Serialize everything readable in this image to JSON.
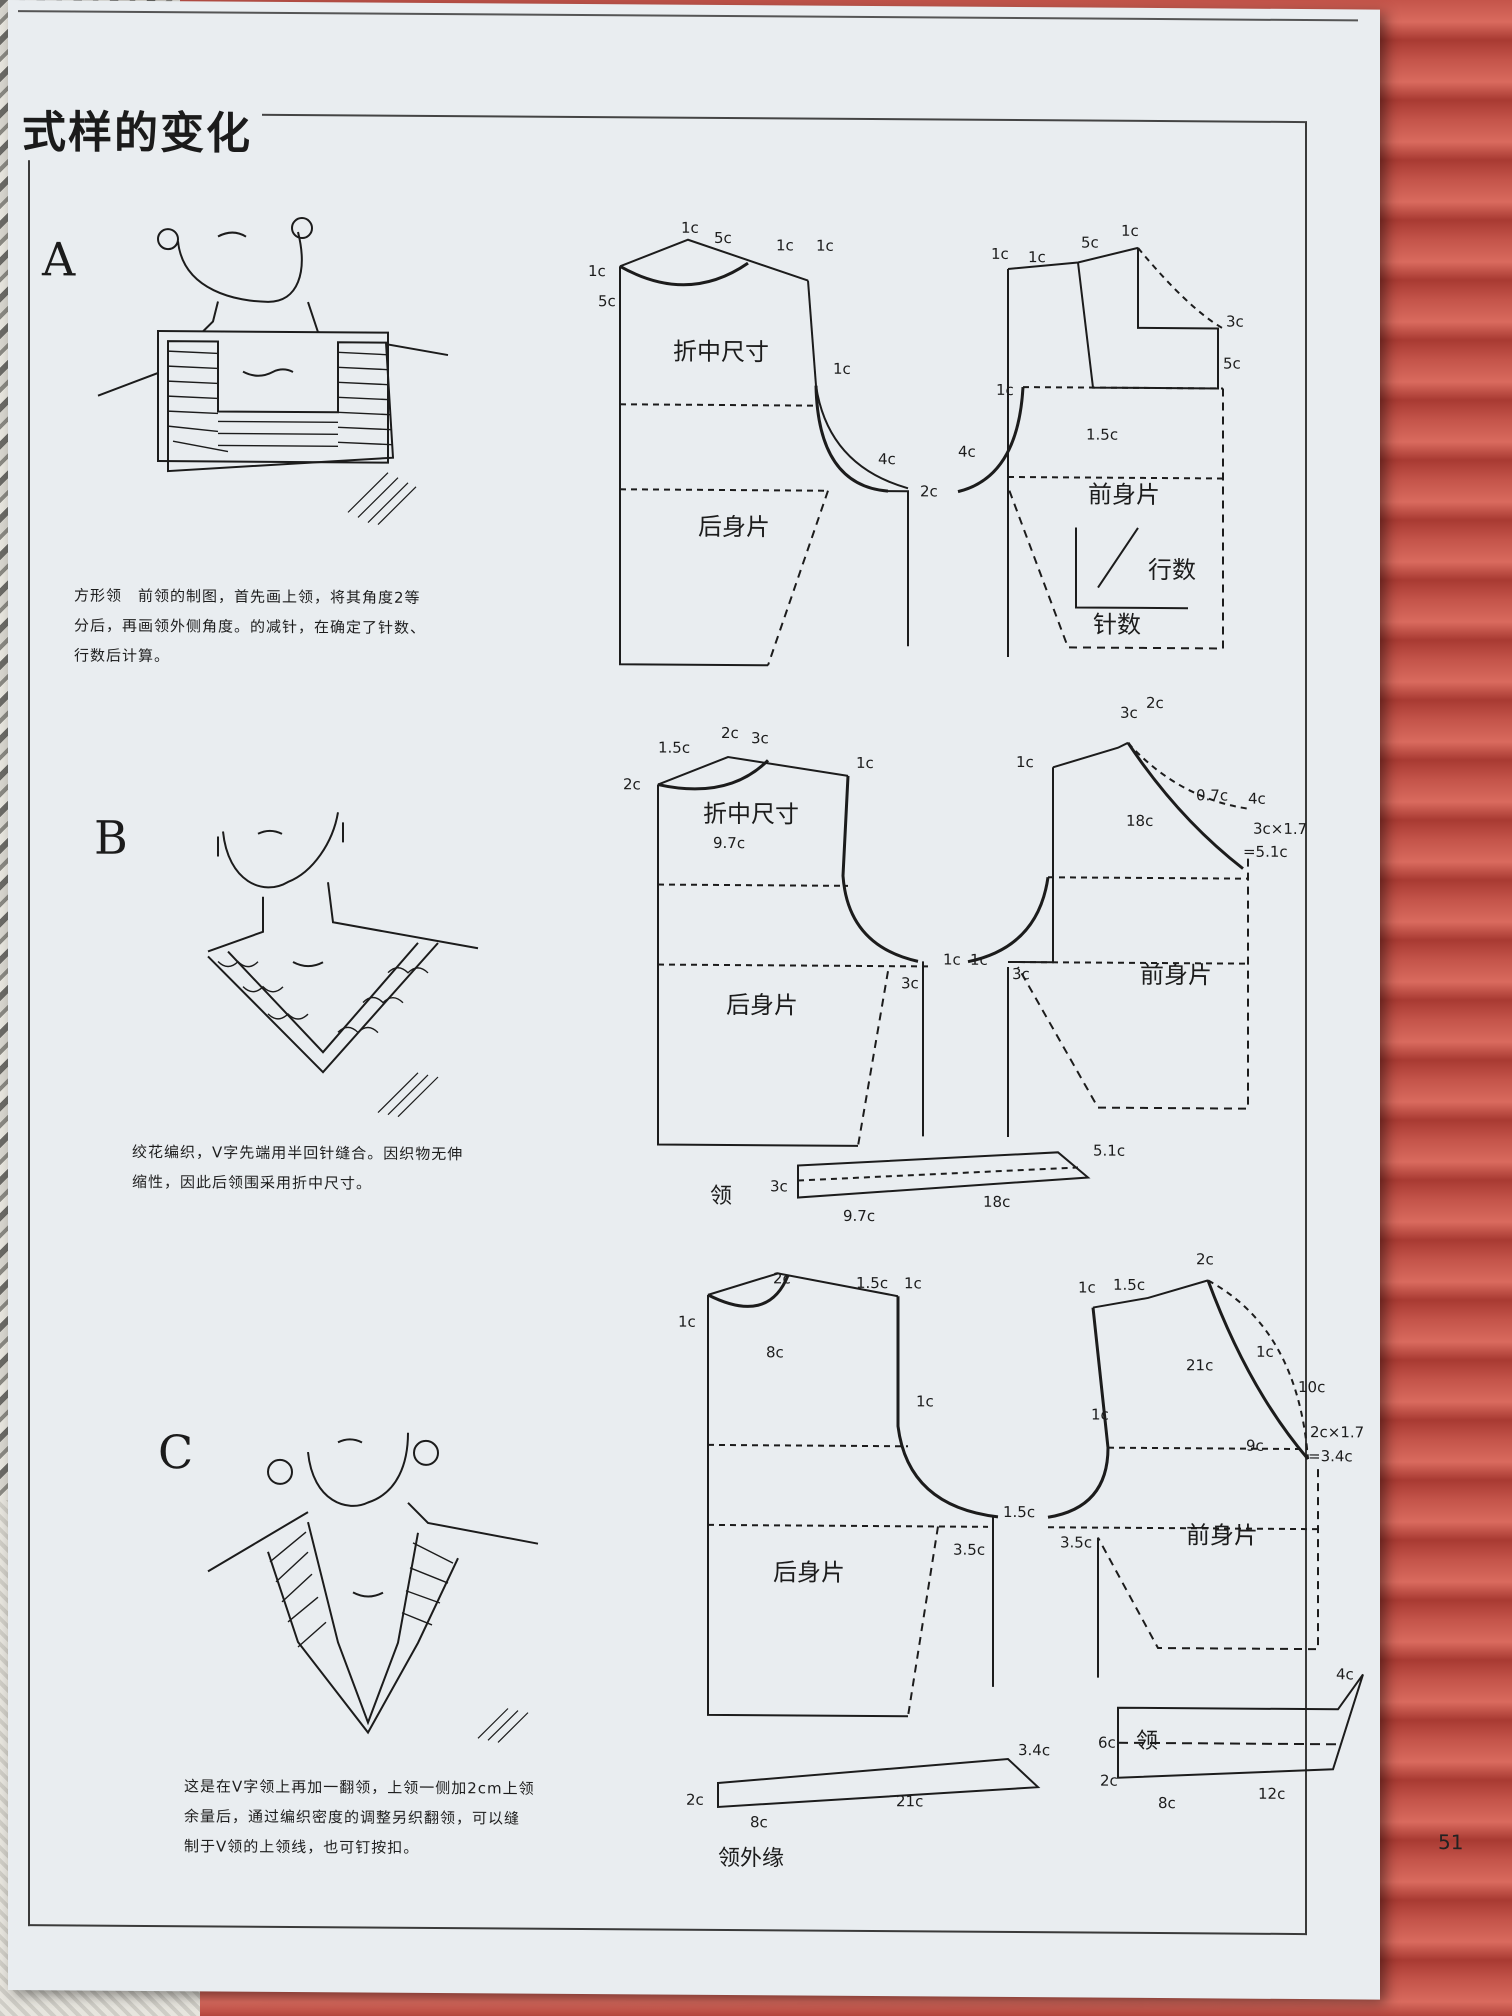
{
  "title": "式样的变化",
  "page_number": "51",
  "sections": [
    {
      "letter": "A",
      "caption_lines": [
        "方形领　前领的制图，首先画上领，将其角度2等",
        "分后，再画领外侧角度。的减针，在确定了针数、",
        "行数后计算。"
      ],
      "back_labels": {
        "fold": "折中尺寸",
        "piece": "后身片",
        "m1": "1c",
        "m2": "5c",
        "m3": "1c",
        "m4": "1c",
        "m5": "1c",
        "m6": "5c",
        "m7": "1c",
        "m8": "4c",
        "m9": "2c"
      },
      "front_labels": {
        "piece": "前身片",
        "rows": "行数",
        "stitches": "针数",
        "m1": "1c",
        "m2": "1c",
        "m3": "5c",
        "m4": "1c",
        "m5": "3c",
        "m6": "5c",
        "m7": "1c",
        "m8": "1.5c",
        "m9": "4c"
      }
    },
    {
      "letter": "B",
      "caption_lines": [
        "绞花编织，V字先端用半回针缝合。因织物无伸",
        "缩性，因此后领围采用折中尺寸。"
      ],
      "back_labels": {
        "fold": "折中尺寸",
        "piece": "后身片",
        "m1": "1.5c",
        "m2": "2c",
        "m3": "3c",
        "m4": "1c",
        "m5": "2c",
        "m6": "9.7c",
        "m7": "1c",
        "m8": "3c"
      },
      "front_labels": {
        "piece": "前身片",
        "m1": "3c",
        "m2": "2c",
        "m3": "1c",
        "m4": "0.7c",
        "m5": "4c",
        "m6": "18c",
        "m7": "3c×1.7",
        "m8": "=5.1c",
        "m9": "1c",
        "m10": "3c"
      },
      "collar_labels": {
        "name": "领",
        "m1": "3c",
        "m2": "5.1c",
        "m3": "9.7c",
        "m4": "18c"
      }
    },
    {
      "letter": "C",
      "caption_lines": [
        "这是在V字领上再加一翻领，上领一侧加2cm上领",
        "余量后，通过编织密度的调整另织翻领，可以缝",
        "制于V领的上领线，也可钉按扣。"
      ],
      "back_labels": {
        "piece": "后身片",
        "m1": "2c",
        "m2": "1.5c",
        "m3": "1c",
        "m4": "1c",
        "m5": "8c",
        "m6": "1c",
        "m7": "1.5c",
        "m8": "3.5c"
      },
      "front_labels": {
        "piece": "前身片",
        "m1": "1c",
        "m2": "1.5c",
        "m3": "2c",
        "m4": "21c",
        "m5": "1c",
        "m6": "10c",
        "m7": "1c",
        "m8": "9c",
        "m9": "2c×1.7",
        "m10": "=3.4c",
        "m11": "3.5c"
      },
      "outer_collar": {
        "name": "领外缘",
        "m1": "3.4c",
        "m2": "2c",
        "m3": "8c",
        "m4": "21c"
      },
      "collar_labels": {
        "name": "领",
        "m1": "4c",
        "m2": "6c",
        "m3": "2c",
        "m4": "8c",
        "m5": "12c"
      }
    }
  ]
}
